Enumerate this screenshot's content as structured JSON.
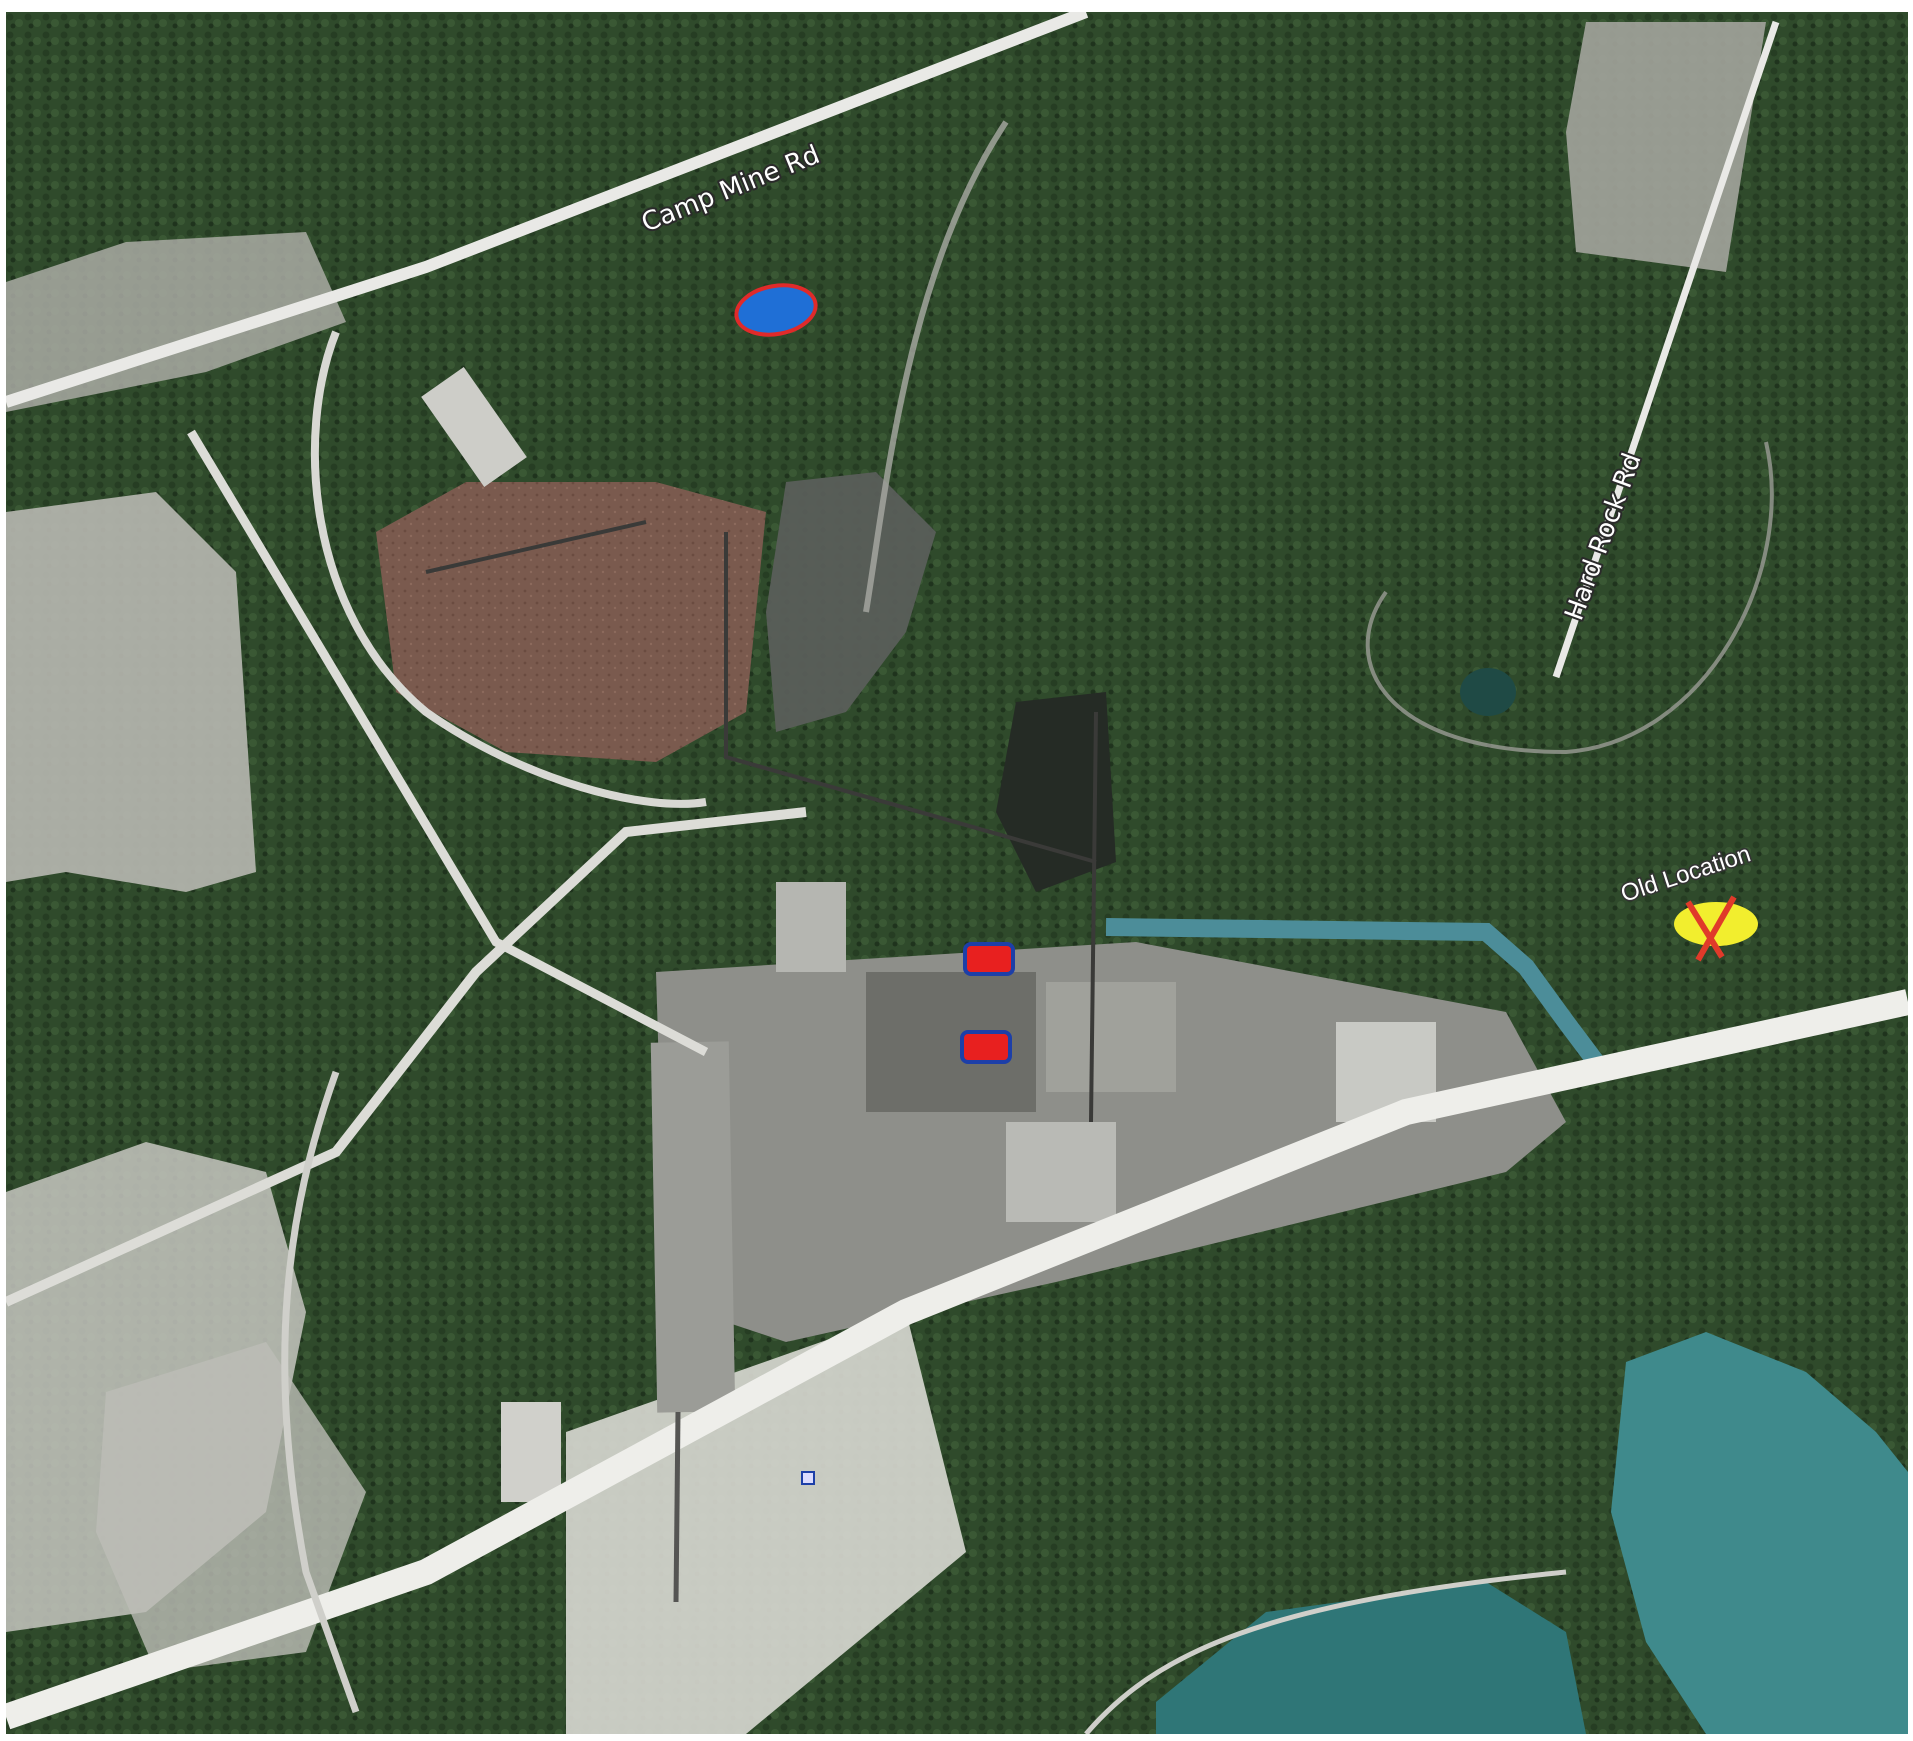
{
  "map": {
    "road_labels": {
      "camp_mine": "Camp Mine Rd",
      "hard_rock": "Hard Rock Rd"
    },
    "annotation": {
      "old_location": "Old Location"
    },
    "colors": {
      "forest": "#2f4a2b",
      "forest_dark": "#1f331d",
      "clearing": "#c9c9c2",
      "road": "#e9e9e6",
      "water": "#3f8a8c",
      "canal": "#4c8d99",
      "dirt": "#7a5a4e",
      "plant": "#9a9a96",
      "marker_red": "#e8201f",
      "marker_blue_fill": "#1f6fd6",
      "marker_outline_red": "#e02a2a",
      "marker_outline_blue": "#1d3fa8",
      "old_location_fill": "#f2ee2e",
      "old_location_x": "#e03a2a"
    },
    "markers": [
      {
        "name": "blue-ellipse-marker",
        "shape": "ellipse"
      },
      {
        "name": "red-rect-marker-upper",
        "shape": "rounded-rect"
      },
      {
        "name": "red-rect-marker-lower",
        "shape": "rounded-rect"
      },
      {
        "name": "old-location-marker",
        "shape": "ellipse-with-x"
      },
      {
        "name": "small-blue-square-marker",
        "shape": "square"
      }
    ]
  }
}
